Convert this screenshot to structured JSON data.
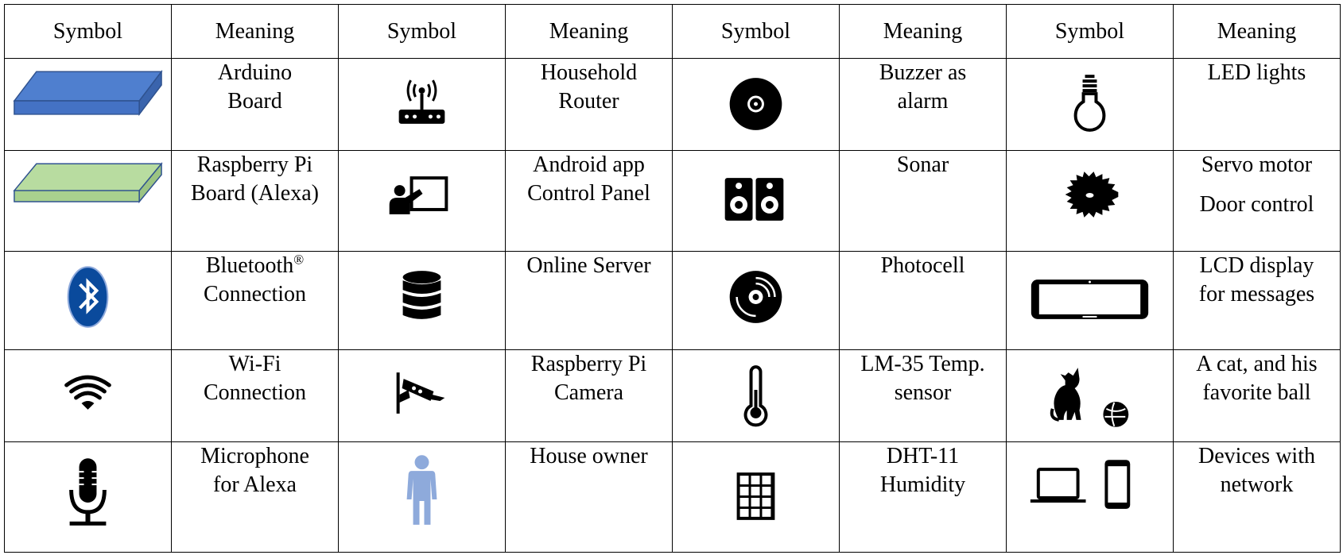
{
  "header": {
    "symbol_label": "Symbol",
    "meaning_label": "Meaning"
  },
  "rows": [
    {
      "cells": [
        {
          "icon": "arduino-board-icon",
          "lines": [
            "Arduino",
            "Board"
          ]
        },
        {
          "icon": "router-icon",
          "lines": [
            "Household",
            "Router"
          ]
        },
        {
          "icon": "buzzer-icon",
          "lines": [
            "Buzzer as",
            "alarm"
          ]
        },
        {
          "icon": "light-bulb-icon",
          "lines": [
            "LED lights"
          ]
        }
      ]
    },
    {
      "cells": [
        {
          "icon": "raspberry-pi-board-icon",
          "lines": [
            "Raspberry Pi",
            "Board (Alexa)"
          ]
        },
        {
          "icon": "presentation-icon",
          "lines": [
            "Android app",
            "Control Panel"
          ]
        },
        {
          "icon": "speakers-icon",
          "lines": [
            "Sonar"
          ]
        },
        {
          "icon": "saw-blade-icon",
          "lines": [
            "Servo motor",
            "Door control"
          ]
        }
      ]
    },
    {
      "cells": [
        {
          "icon": "bluetooth-icon",
          "lines": [
            "Bluetooth",
            "Connection"
          ],
          "superscript": "®"
        },
        {
          "icon": "database-icon",
          "lines": [
            "Online Server"
          ]
        },
        {
          "icon": "disc-icon",
          "lines": [
            "Photocell"
          ]
        },
        {
          "icon": "tablet-icon",
          "lines": [
            "LCD display",
            "for messages"
          ]
        }
      ]
    },
    {
      "cells": [
        {
          "icon": "wifi-icon",
          "lines": [
            "Wi-Fi",
            "Connection"
          ]
        },
        {
          "icon": "security-camera-icon",
          "lines": [
            "Raspberry Pi",
            "Camera"
          ]
        },
        {
          "icon": "thermometer-icon",
          "lines": [
            "LM-35 Temp.",
            "sensor"
          ]
        },
        {
          "icon": "cat-and-ball-icon",
          "lines": [
            "A cat, and his",
            "favorite ball"
          ]
        }
      ]
    },
    {
      "cells": [
        {
          "icon": "microphone-icon",
          "lines": [
            "Microphone",
            "for Alexa"
          ]
        },
        {
          "icon": "person-icon",
          "lines": [
            "House owner"
          ]
        },
        {
          "icon": "grid-keypad-icon",
          "lines": [
            "DHT-11",
            "Humidity"
          ]
        },
        {
          "icon": "laptop-and-phone-icon",
          "lines": [
            "Devices with",
            "network"
          ]
        }
      ]
    }
  ],
  "colors": {
    "arduino_fill": "#4f7fcf",
    "arduino_stroke": "#2f528f",
    "raspberry_fill": "#b8dca0",
    "raspberry_stroke": "#2f528f",
    "bluetooth_fill": "#0a4a9c",
    "person_fill": "#8eaadb",
    "icon_black": "#000000"
  }
}
